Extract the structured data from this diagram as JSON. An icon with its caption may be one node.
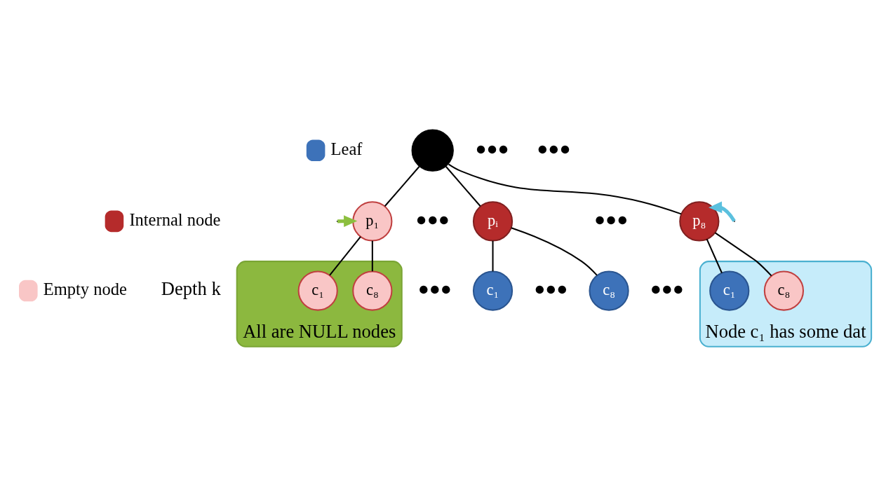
{
  "diagram": {
    "nodes": [
      {
        "text": [],
        "shape": "circle"
      },
      {
        "text": [
          "p₁"
        ]
      },
      {
        "text": [
          "pᵢ"
        ]
      },
      {
        "text": [
          "p₈"
        ]
      },
      {
        "text": [],
        "shape": "cloud",
        "beside": [
          "All are NULL nodes"
        ]
      },
      {
        "text": [
          "c₁"
        ],
        "in": 4
      },
      {
        "text": [
          "c₈"
        ],
        "in": 4
      },
      {
        "text": [
          "c₁"
        ]
      },
      {
        "text": [
          "c₈"
        ]
      },
      {
        "text": [],
        "shape": "cloud",
        "beside": [
          "Node c₁ has some dat"
        ]
      },
      {
        "text": [
          "c₁"
        ],
        "in": 9
      },
      {
        "text": [
          "c₈"
        ],
        "in": 9
      }
    ],
    "edges": [
      {
        "from": 0,
        "to": 1,
        "arrow": "none"
      },
      {
        "from": 0,
        "to": 2,
        "arrow": "none"
      },
      {
        "from": 0,
        "to": 3,
        "arrow": "none"
      },
      {
        "from": 1,
        "to": 5,
        "arrow": "none"
      },
      {
        "from": 1,
        "to": 6,
        "arrow": "none"
      },
      {
        "from": 2,
        "to": 7,
        "arrow": "none"
      },
      {
        "from": 2,
        "to": 8,
        "arrow": "none"
      },
      {
        "from": 3,
        "to": 10,
        "arrow": "none"
      },
      {
        "from": 3,
        "to": 11,
        "arrow": "none"
      },
      {
        "from": null,
        "to": 1,
        "arrow": "to",
        "style": "thick",
        "color": "#8cbf3f"
      },
      {
        "from": null,
        "to": 3,
        "arrow": "to",
        "style": "thick",
        "color": "#5bc0de"
      }
    ],
    "labels": [
      "●●●",
      "●●●",
      "●●●",
      "●●●",
      "Depth k",
      "●●●",
      "●●●",
      "●●●"
    ],
    "legend": [
      {
        "text": "Leaf",
        "color": "#3d72b9"
      },
      {
        "text": "Internal node",
        "color": "#b52b2b"
      },
      {
        "text": "Empty node",
        "color": "#f9c6c6"
      }
    ]
  }
}
